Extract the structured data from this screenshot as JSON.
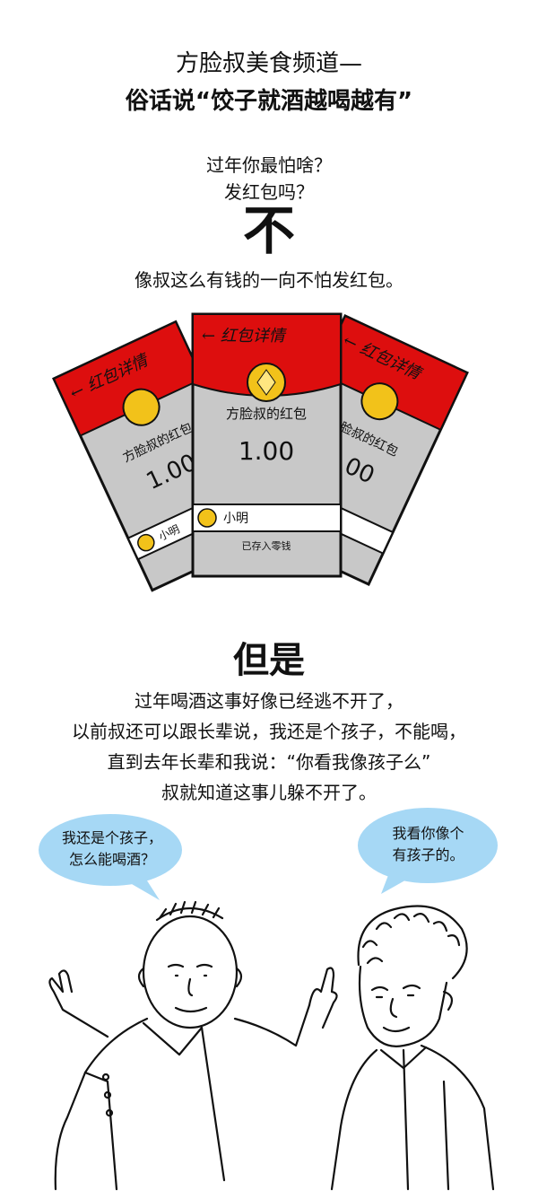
{
  "header": {
    "title_line1": "方脸叔美食频道—",
    "title_line2": "俗话说“饺子就酒越喝越有”"
  },
  "intro": {
    "question1": "过年你最怕啥？",
    "question2": "发红包吗？",
    "answer_big": "不",
    "statement": "像叔这么有钱的一向不怕发红包。"
  },
  "red_packet": {
    "header_label": "← 红包详情",
    "sender": "方脸叔的红包",
    "amount": "1.00",
    "receiver": "小明",
    "footer_note": "已存入零钱"
  },
  "section2": {
    "heading": "但是",
    "line1": "过年喝酒这事好像已经逃不开了，",
    "line2": "以前叔还可以跟长辈说，我还是个孩子，不能喝，",
    "line3": "直到去年长辈和我说：“你看我像孩子么”",
    "line4": "叔就知道这事儿躲不开了。"
  },
  "bubbles": {
    "left_line1": "我还是个孩子，",
    "left_line2": "怎么能喝酒？",
    "right_line1": "我看你像个",
    "right_line2": "有孩子的。"
  },
  "colors": {
    "packet_red": "#dd0e0e",
    "packet_gray": "#c8c8c8",
    "coin_gold": "#f2c21a",
    "bubble_blue": "#a6d8f5"
  }
}
